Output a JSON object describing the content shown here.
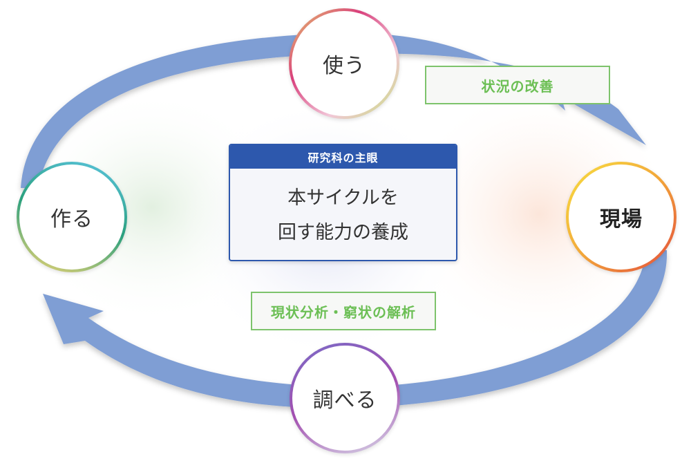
{
  "nodes": {
    "use": "使う",
    "field": "現場",
    "research": "調べる",
    "make": "作る"
  },
  "center": {
    "header": "研究科の主眼",
    "line1": "本サイクルを",
    "line2": "回す能力の養成"
  },
  "labels": {
    "improve": "状況の改善",
    "analyze": "現状分析・窮状の解析"
  },
  "colors": {
    "arrow": "#7f9ed4",
    "header": "#2d58ad",
    "label_green": "#6cbf55"
  }
}
